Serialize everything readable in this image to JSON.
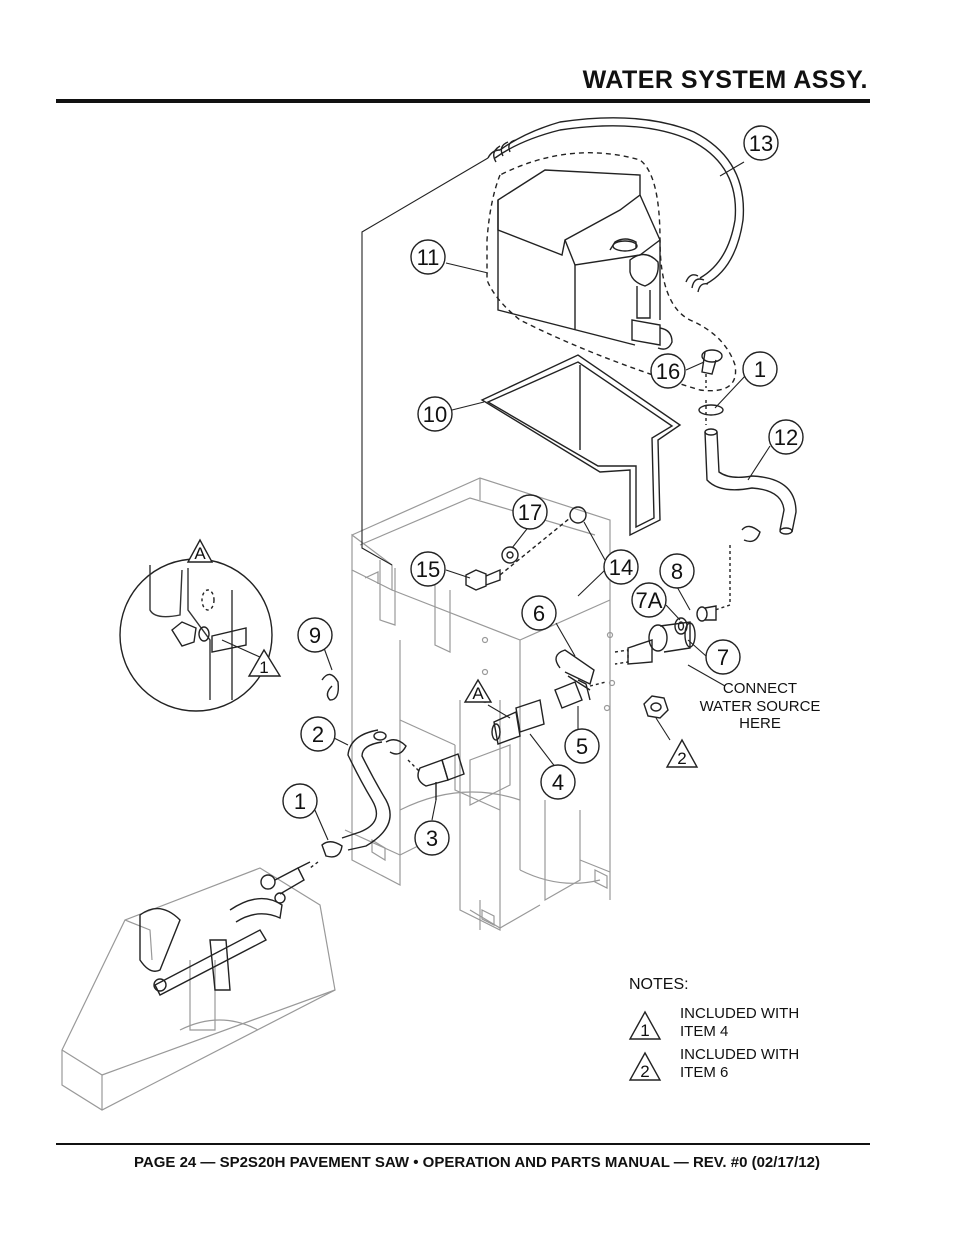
{
  "header": {
    "title": "WATER SYSTEM ASSY."
  },
  "footer": {
    "text": "PAGE 24 — SP2S20H PAVEMENT SAW • OPERATION AND PARTS MANUAL — REV. #0 (02/17/12)"
  },
  "callouts": {
    "c13": "13",
    "c11": "11",
    "c16": "16",
    "c1_top": "1",
    "c10": "10",
    "c12": "12",
    "c17": "17",
    "c15": "15",
    "c14": "14",
    "c8": "8",
    "c7a": "7A",
    "c6": "6",
    "c7": "7",
    "c9": "9",
    "c2": "2",
    "c5": "5",
    "c4": "4",
    "c1_low": "1",
    "c3": "3"
  },
  "markers": {
    "detail_a": "A",
    "detail_1": "1",
    "fitting_a": "A",
    "nut_2": "2"
  },
  "annotation": {
    "line1": "CONNECT",
    "line2": "WATER SOURCE",
    "line3": "HERE"
  },
  "notes": {
    "title": "NOTES:",
    "items": [
      {
        "marker": "1",
        "line1": "INCLUDED WITH",
        "line2": "ITEM 4"
      },
      {
        "marker": "2",
        "line1": "INCLUDED WITH",
        "line2": "ITEM 6"
      }
    ]
  }
}
